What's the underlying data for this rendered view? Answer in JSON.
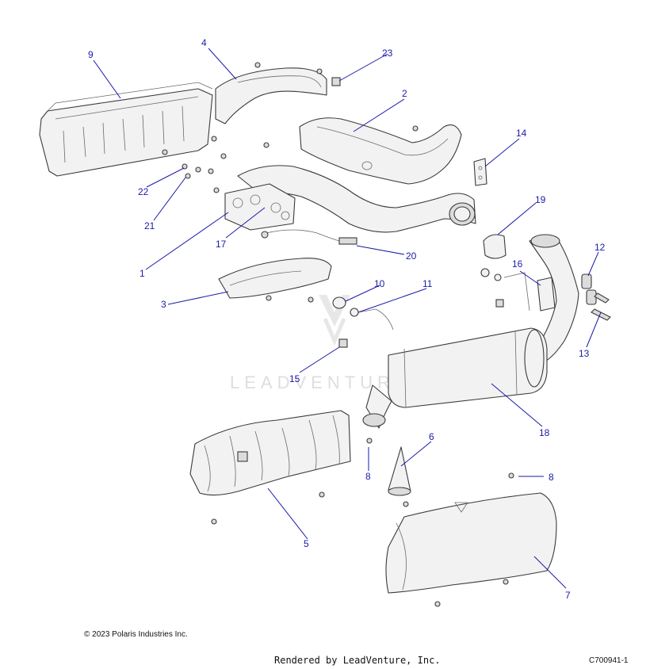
{
  "callouts": [
    "1",
    "2",
    "3",
    "4",
    "5",
    "6",
    "7",
    "8",
    "8",
    "9",
    "10",
    "11",
    "12",
    "13",
    "14",
    "15",
    "16",
    "17",
    "18",
    "19",
    "20",
    "21",
    "22",
    "23"
  ],
  "watermark": "LEADVENTURE",
  "footer": {
    "copyright": "© 2023 Polaris Industries Inc.",
    "rendered_by": "Rendered by LeadVenture, Inc.",
    "figure_id": "C700941-1"
  }
}
